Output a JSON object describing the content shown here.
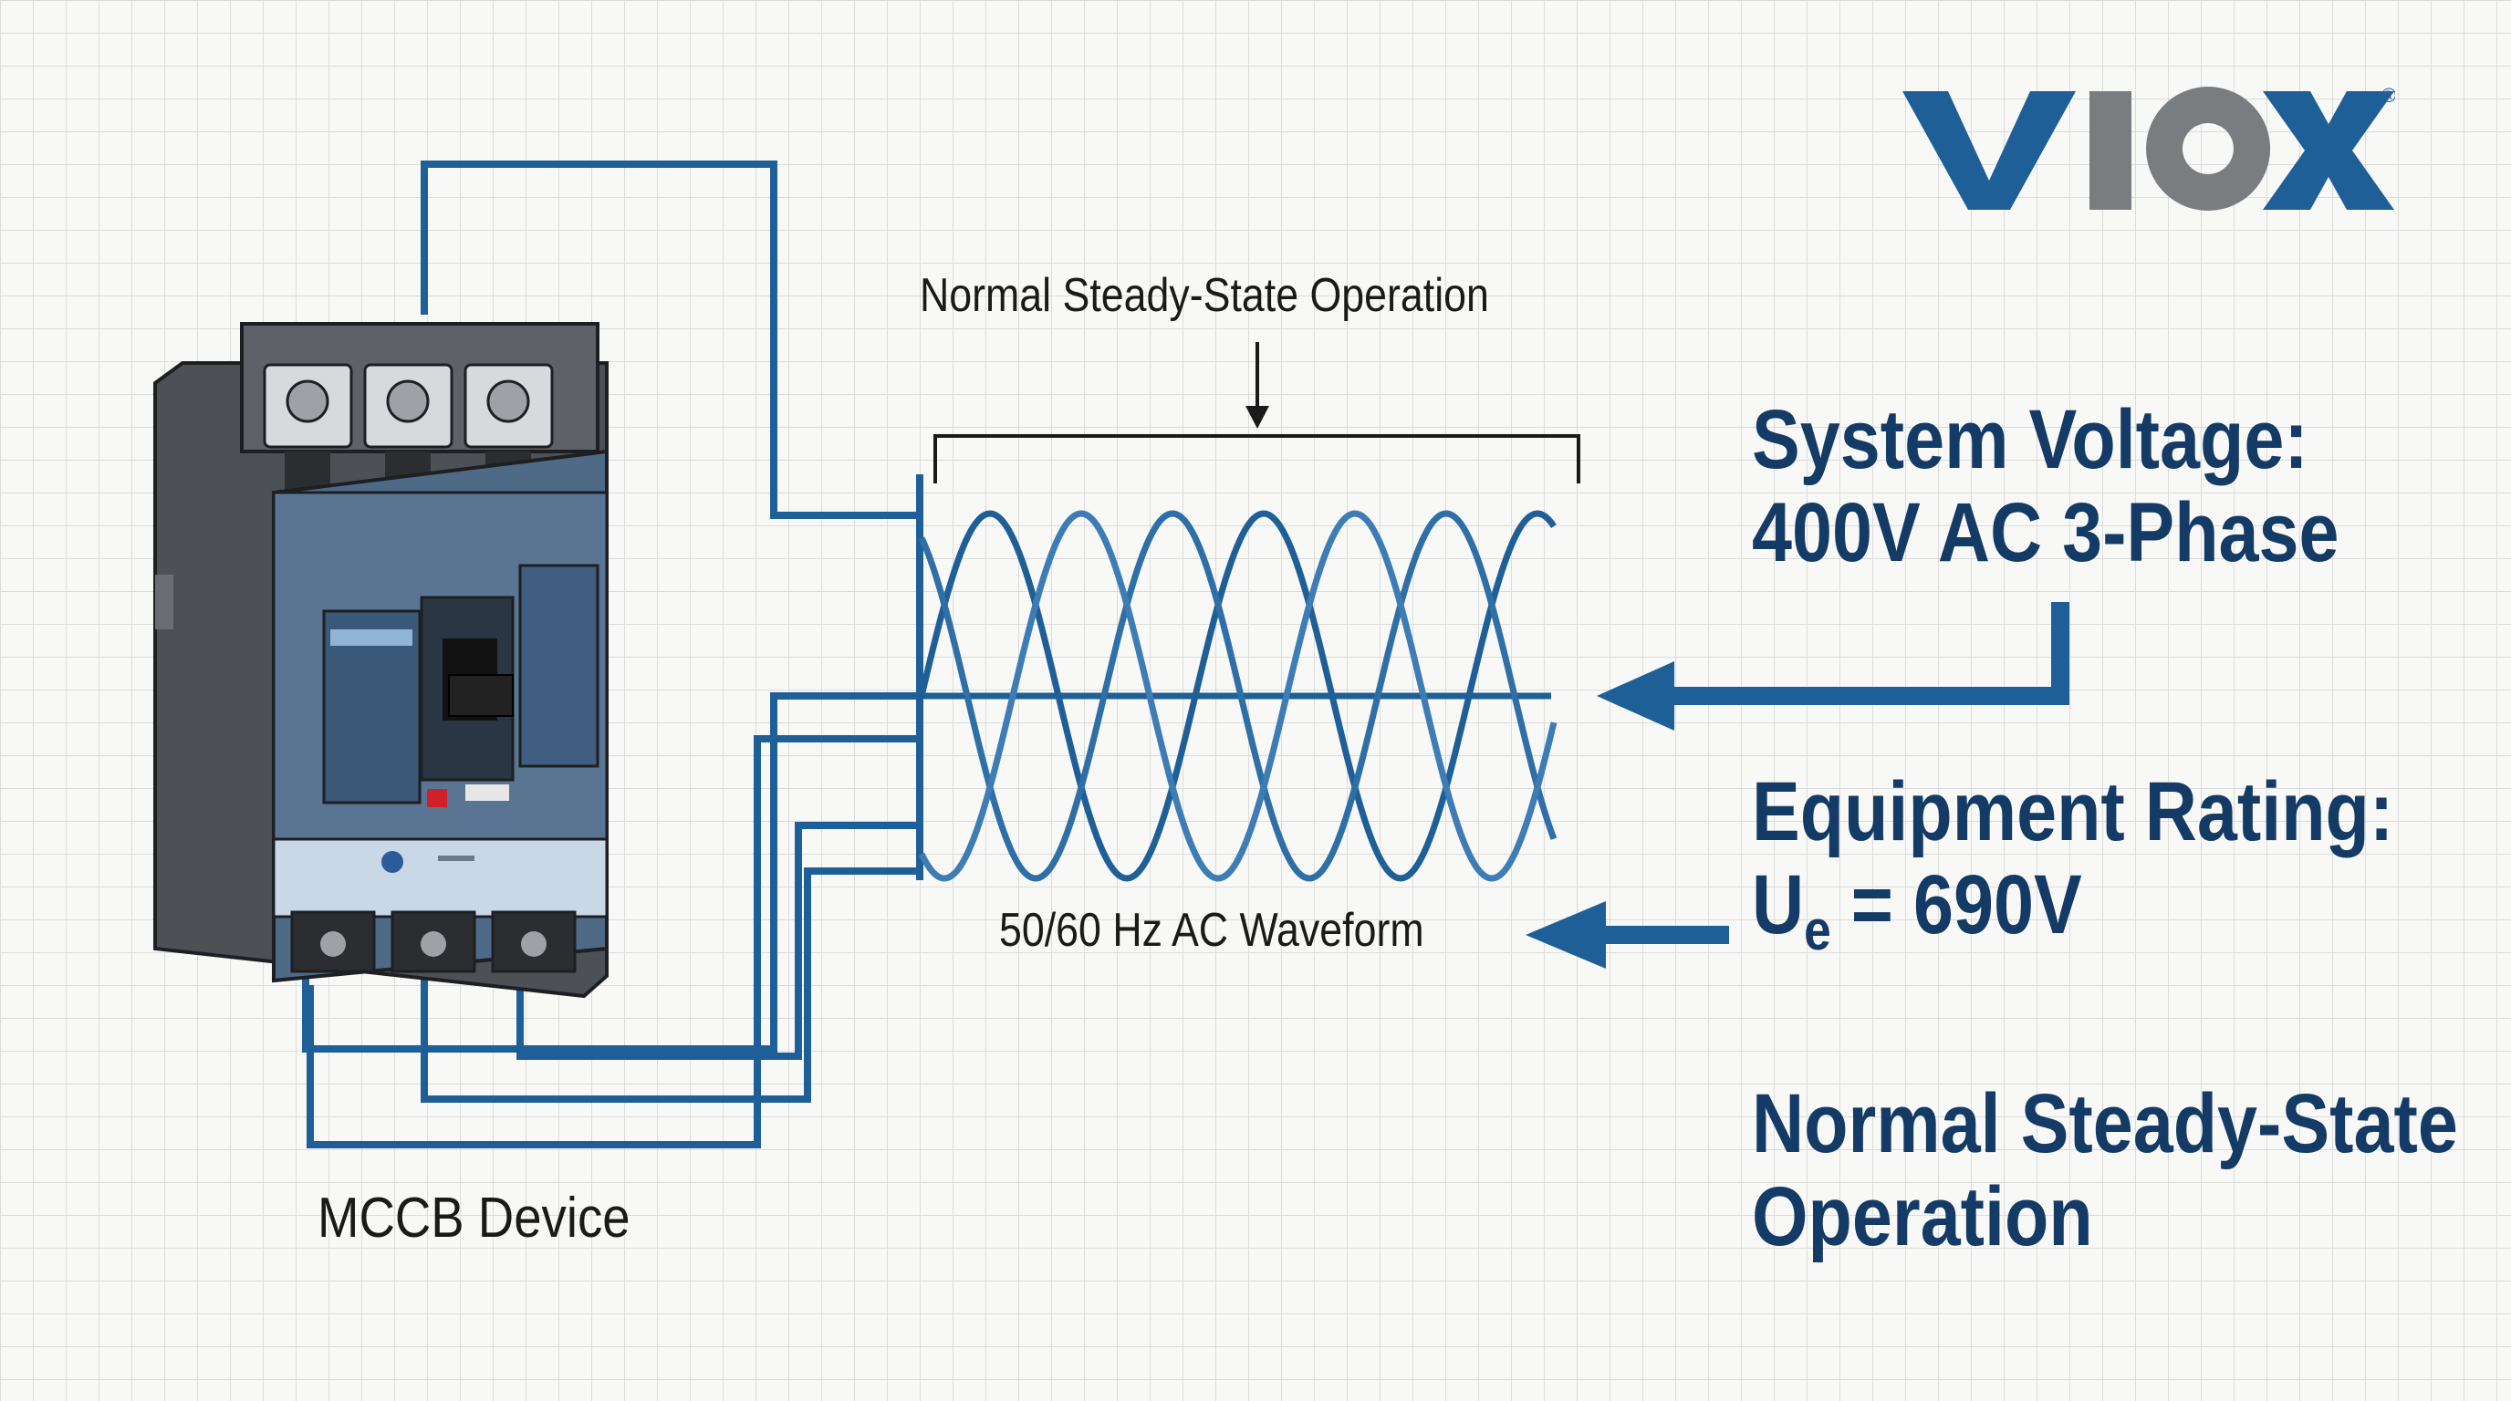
{
  "logo": {
    "text": "VIOX",
    "reg_mark": "®",
    "colors": {
      "v": "#1f5f97",
      "i": "#7a7d80",
      "o": "#7a7d80",
      "x": "#1f5f97"
    }
  },
  "labels": {
    "waveform_top": "Normal Steady-State Operation",
    "waveform_bottom": "50/60 Hz AC Waveform",
    "device": "MCCB Device",
    "system_voltage_line1": "System Voltage:",
    "system_voltage_line2": "400V AC 3-Phase",
    "equipment_rating_line1": "Equipment Rating:",
    "equipment_rating_u": "U",
    "equipment_rating_sub": "e",
    "equipment_rating_rest": " = 690V",
    "operation_line1": "Normal Steady-State",
    "operation_line2": "Operation"
  },
  "colors": {
    "wire": "#1f5f97",
    "heading": "#143a66",
    "arrow": "#1f5f97"
  }
}
